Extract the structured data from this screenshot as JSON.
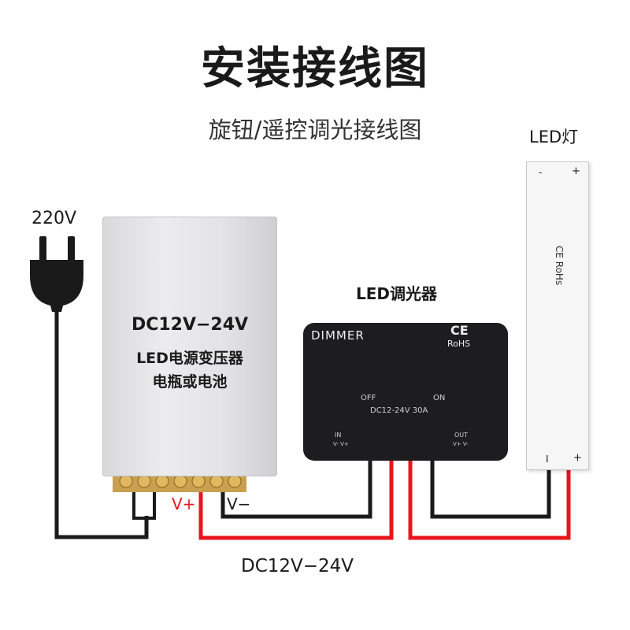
{
  "title": "安装接线图",
  "subtitle": "旋钮/遥控调光接线图",
  "labels": {
    "ac_input": "220V",
    "led_strip": "LED灯",
    "dimmer": "LED调光器",
    "v_plus": "V+",
    "v_minus": "V−",
    "bottom_voltage": "DC12V−24V"
  },
  "power_supply": {
    "voltage": "DC12V−24V",
    "name": "LED电源变压器",
    "alt": "电瓶或电池"
  },
  "dimmer_device": {
    "brand": "DIMMER",
    "cert": "CE",
    "rohs": "RoHS",
    "off": "OFF",
    "on": "ON",
    "spec": "DC12-24V  30A",
    "in_label": "IN",
    "in_pins": "V-  V+",
    "out_label": "OUT",
    "out_pins": "V+  V-"
  },
  "led_strip_device": {
    "top_minus": "-",
    "top_plus": "+",
    "cert_text": "CE RoHs",
    "bottom_minus": "I",
    "bottom_plus": "+"
  },
  "colors": {
    "wire_black": "#1a1a1a",
    "wire_red": "#e8161c",
    "v_plus_text": "#e8161c",
    "led_chip": "#f5c98a"
  }
}
